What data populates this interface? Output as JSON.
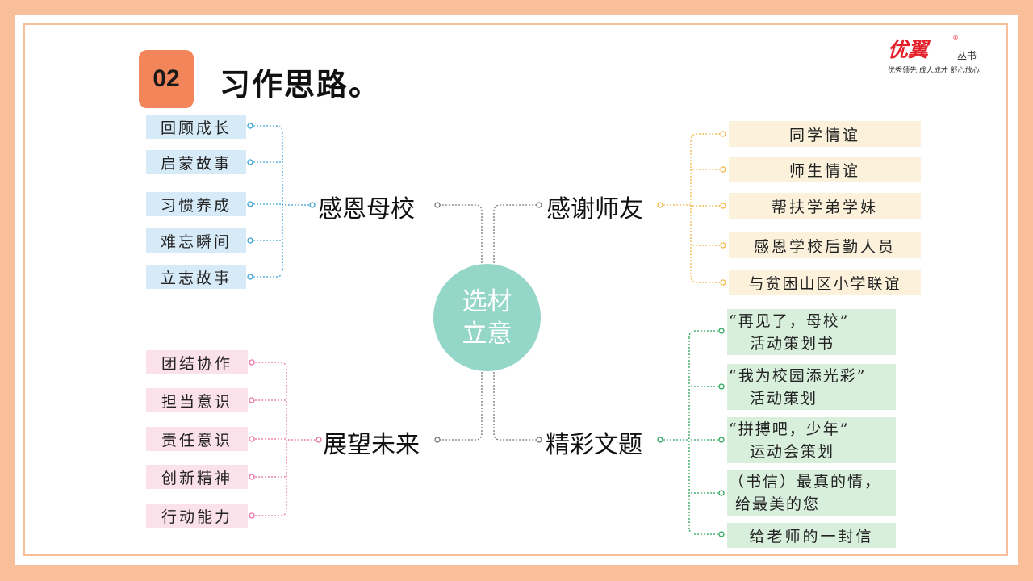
{
  "header": {
    "badge": "02",
    "title": "习作思路。"
  },
  "logo": {
    "brand": "优翼",
    "registered": "®",
    "sub": "丛书",
    "slogan": "优秀领先 成人成才 舒心放心"
  },
  "center": {
    "line1": "选材",
    "line2": "立意"
  },
  "branches": {
    "top_left": {
      "label": "感恩母校",
      "color": "#3aa2d6",
      "items": [
        "回顾成长",
        "启蒙故事",
        "习惯养成",
        "难忘瞬间",
        "立志故事"
      ]
    },
    "top_right": {
      "label": "感谢师友",
      "color": "#f2b84a",
      "items": [
        "同学情谊",
        "师生情谊",
        "帮扶学弟学妹",
        "感恩学校后勤人员",
        "与贫困山区小学联谊"
      ]
    },
    "bottom_left": {
      "label": "展望未来",
      "color": "#e870a0",
      "items": [
        "团结协作",
        "担当意识",
        "责任意识",
        "创新精神",
        "行动能力"
      ]
    },
    "bottom_right": {
      "label": "精彩文题",
      "color": "#2aa55a",
      "items": [
        {
          "line1": "“再见了，母校”",
          "line2": "活动策划书"
        },
        {
          "line1": "“我为校园添光彩”",
          "line2": "活动策划"
        },
        {
          "line1": "“拼搏吧，少年”",
          "line2": "运动会策划"
        },
        {
          "line1": "（书信）最真的情，",
          "line2": "给最美的您"
        },
        {
          "line1": "给老师的一封信"
        }
      ]
    }
  },
  "colors": {
    "background": "#f9bf9a",
    "badge": "#f2865a",
    "center": "#94d6c8",
    "connector": "#777777"
  }
}
